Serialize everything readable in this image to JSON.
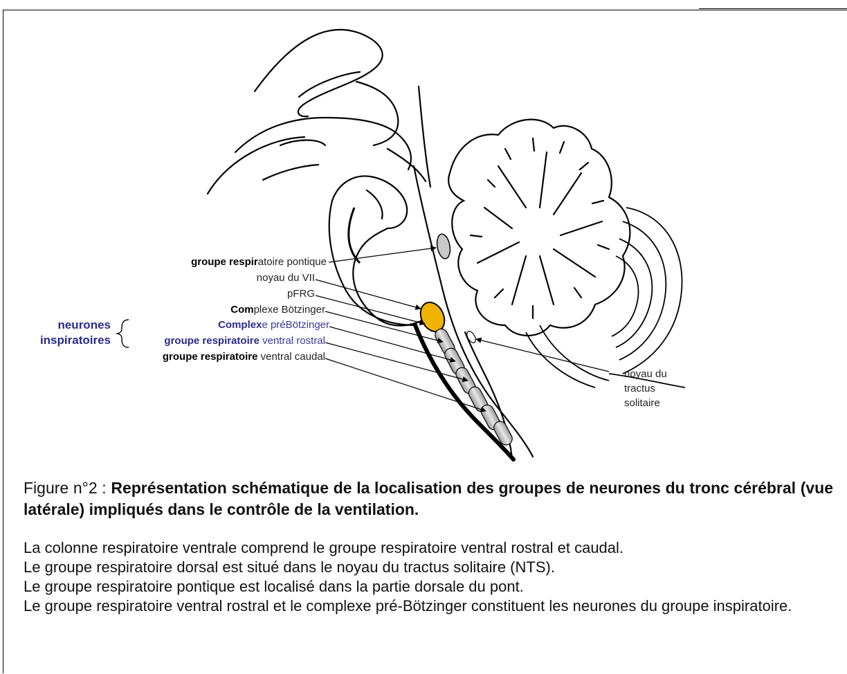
{
  "diagram_labels": {
    "pontique_bold": "groupe respir",
    "pontique_rest": "atoire pontique",
    "noyau_vii": "noyau du VII",
    "pfrg": "pFRG",
    "botzinger_bold": "Com",
    "botzinger_rest": "plexe Bötzinger",
    "prebotzinger_bold": "Complex",
    "prebotzinger_rest": "e préBötzinger",
    "vrg_rostral_bold": "groupe respiratoire",
    "vrg_rostral_rest": " ventral rostral",
    "vrg_caudal_bold": "groupe respiratoire",
    "vrg_caudal_rest": " ventral caudal",
    "neurones_line1": "neurones",
    "neurones_line2": "inspiratoires",
    "nts_line1": "noyau du",
    "nts_line2": "tractus",
    "nts_line3": "solitaire"
  },
  "caption": {
    "prefix": "Figure n°2 : ",
    "title": "Représentation schématique de la localisation des groupes de neurones du tronc cérébral (vue latérale) impliqués dans le contrôle de la ventilation."
  },
  "paragraphs": [
    "La colonne respiratoire ventrale comprend le groupe respiratoire ventral rostral et caudal.",
    "Le groupe respiratoire dorsal est situé dans le noyau du tractus solitaire (NTS).",
    "Le groupe respiratoire pontique est localisé dans la partie dorsale du pont.",
    "Le groupe respiratoire ventral rostral et le complexe pré-Bötzinger constituent les neurones du groupe inspiratoire."
  ],
  "colors": {
    "pfrg_fill": "#f2b300",
    "column_fill": "#c8c8c8",
    "blue_label": "#2a2a8c"
  }
}
